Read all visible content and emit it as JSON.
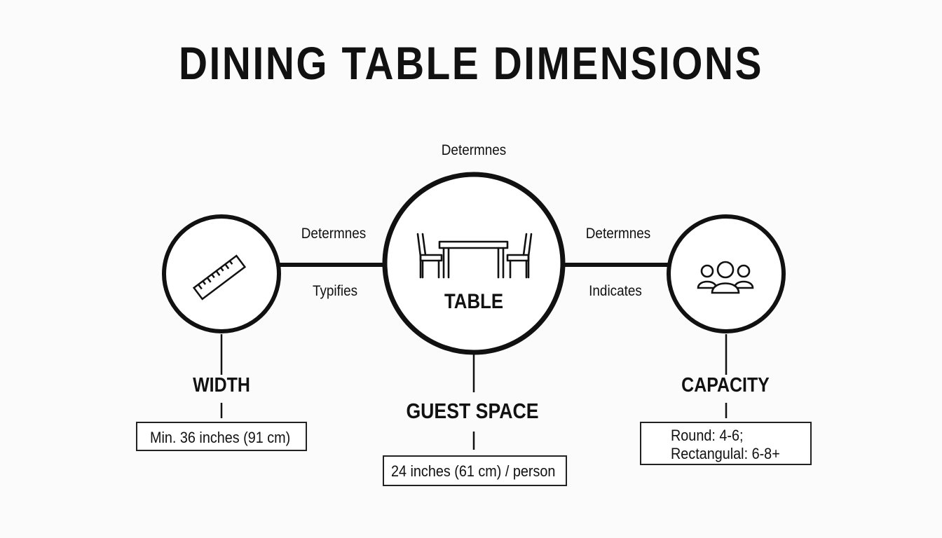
{
  "title": "DINING TABLE DIMENSIONS",
  "colors": {
    "stroke": "#111111",
    "background": "#fbfbfb",
    "box_border": "#222222"
  },
  "nodes": {
    "table": {
      "label": "TABLE",
      "icon": "dining-table-icon"
    },
    "width": {
      "label": "WIDTH",
      "icon": "ruler-icon",
      "detail": "Min. 36 inches (91 cm)"
    },
    "guest_space": {
      "label": "GUEST SPACE",
      "detail": "24 inches (61 cm) / person"
    },
    "capacity": {
      "label": "CAPACITY",
      "icon": "group-icon",
      "detail_lines": [
        "Round: 4-6;",
        "Rectangulal: 6-8+"
      ]
    }
  },
  "edges": {
    "top": "Determnes",
    "left_upper": "Determnes",
    "left_lower": "Typifies",
    "right_upper": "Determnes",
    "right_lower": "Indicates"
  }
}
